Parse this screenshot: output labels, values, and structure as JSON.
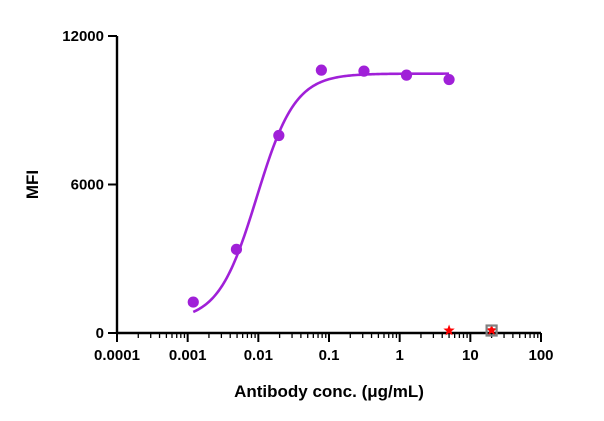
{
  "chart_data": {
    "type": "scatter",
    "title": "",
    "xlabel": "Antibody conc. (μg/mL)",
    "ylabel": "MFI",
    "x_scale": "log",
    "xlim": [
      0.0001,
      100
    ],
    "ylim": [
      0,
      12000
    ],
    "x_ticks": [
      0.0001,
      0.001,
      0.01,
      0.1,
      1,
      10,
      100
    ],
    "x_tick_labels": [
      "0.0001",
      "0.001",
      "0.01",
      "0.1",
      "1",
      "10",
      "100"
    ],
    "y_ticks": [
      0,
      6000,
      12000
    ],
    "y_tick_labels": [
      "0",
      "6000",
      "12000"
    ],
    "grid": false,
    "legend": "none",
    "series": [
      {
        "marker": "circle",
        "color": "#a020d8",
        "points": [
          {
            "x": 0.0012,
            "y": 1250
          },
          {
            "x": 0.0049,
            "y": 3380
          },
          {
            "x": 0.0195,
            "y": 7980
          },
          {
            "x": 0.078,
            "y": 10620
          },
          {
            "x": 0.3125,
            "y": 10580
          },
          {
            "x": 1.25,
            "y": 10420
          },
          {
            "x": 5,
            "y": 10240
          }
        ],
        "fit": {
          "model": "4PL",
          "bottom": 500,
          "top": 10480,
          "ec50": 0.0095,
          "hill": 1.6,
          "x_range": [
            0.0012,
            5
          ]
        }
      },
      {
        "marker": "star",
        "color": "#ff0000",
        "points": [
          {
            "x": 5,
            "y": 100
          },
          {
            "x": 20,
            "y": 110
          }
        ]
      },
      {
        "marker": "square-open",
        "color": "#808080",
        "points": [
          {
            "x": 20,
            "y": 100
          }
        ]
      }
    ]
  }
}
